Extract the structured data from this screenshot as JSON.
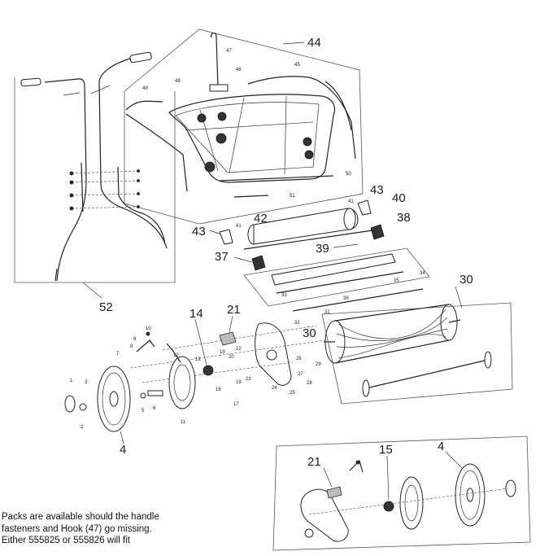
{
  "callouts": [
    {
      "id": "c44",
      "text": "44"
    },
    {
      "id": "c43a",
      "text": "43"
    },
    {
      "id": "c40",
      "text": "40"
    },
    {
      "id": "c42",
      "text": "42"
    },
    {
      "id": "c38",
      "text": "38"
    },
    {
      "id": "c43b",
      "text": "43"
    },
    {
      "id": "c39",
      "text": "39"
    },
    {
      "id": "c37",
      "text": "37"
    },
    {
      "id": "c30a",
      "text": "30"
    },
    {
      "id": "c52",
      "text": "52"
    },
    {
      "id": "c14",
      "text": "14"
    },
    {
      "id": "c21a",
      "text": "21"
    },
    {
      "id": "c30b",
      "text": "30"
    },
    {
      "id": "c4a",
      "text": "4"
    },
    {
      "id": "c21b",
      "text": "21"
    },
    {
      "id": "c15",
      "text": "15"
    },
    {
      "id": "c4b",
      "text": "4"
    }
  ],
  "small_numbers": [
    "47",
    "46",
    "45",
    "48",
    "49",
    "50",
    "51",
    "41",
    "41",
    "34",
    "33",
    "36",
    "35",
    "31",
    "32",
    "1",
    "2",
    "3",
    "5",
    "6",
    "7",
    "8",
    "9",
    "10",
    "11",
    "12",
    "13",
    "16",
    "17",
    "18",
    "19",
    "20",
    "22",
    "23",
    "24",
    "25",
    "26",
    "27",
    "28",
    "29"
  ],
  "note_lines": [
    "Packs are available should the handle",
    "fasteners and Hook (47) go missing.",
    "Either 555825 or 555826 will fit"
  ]
}
